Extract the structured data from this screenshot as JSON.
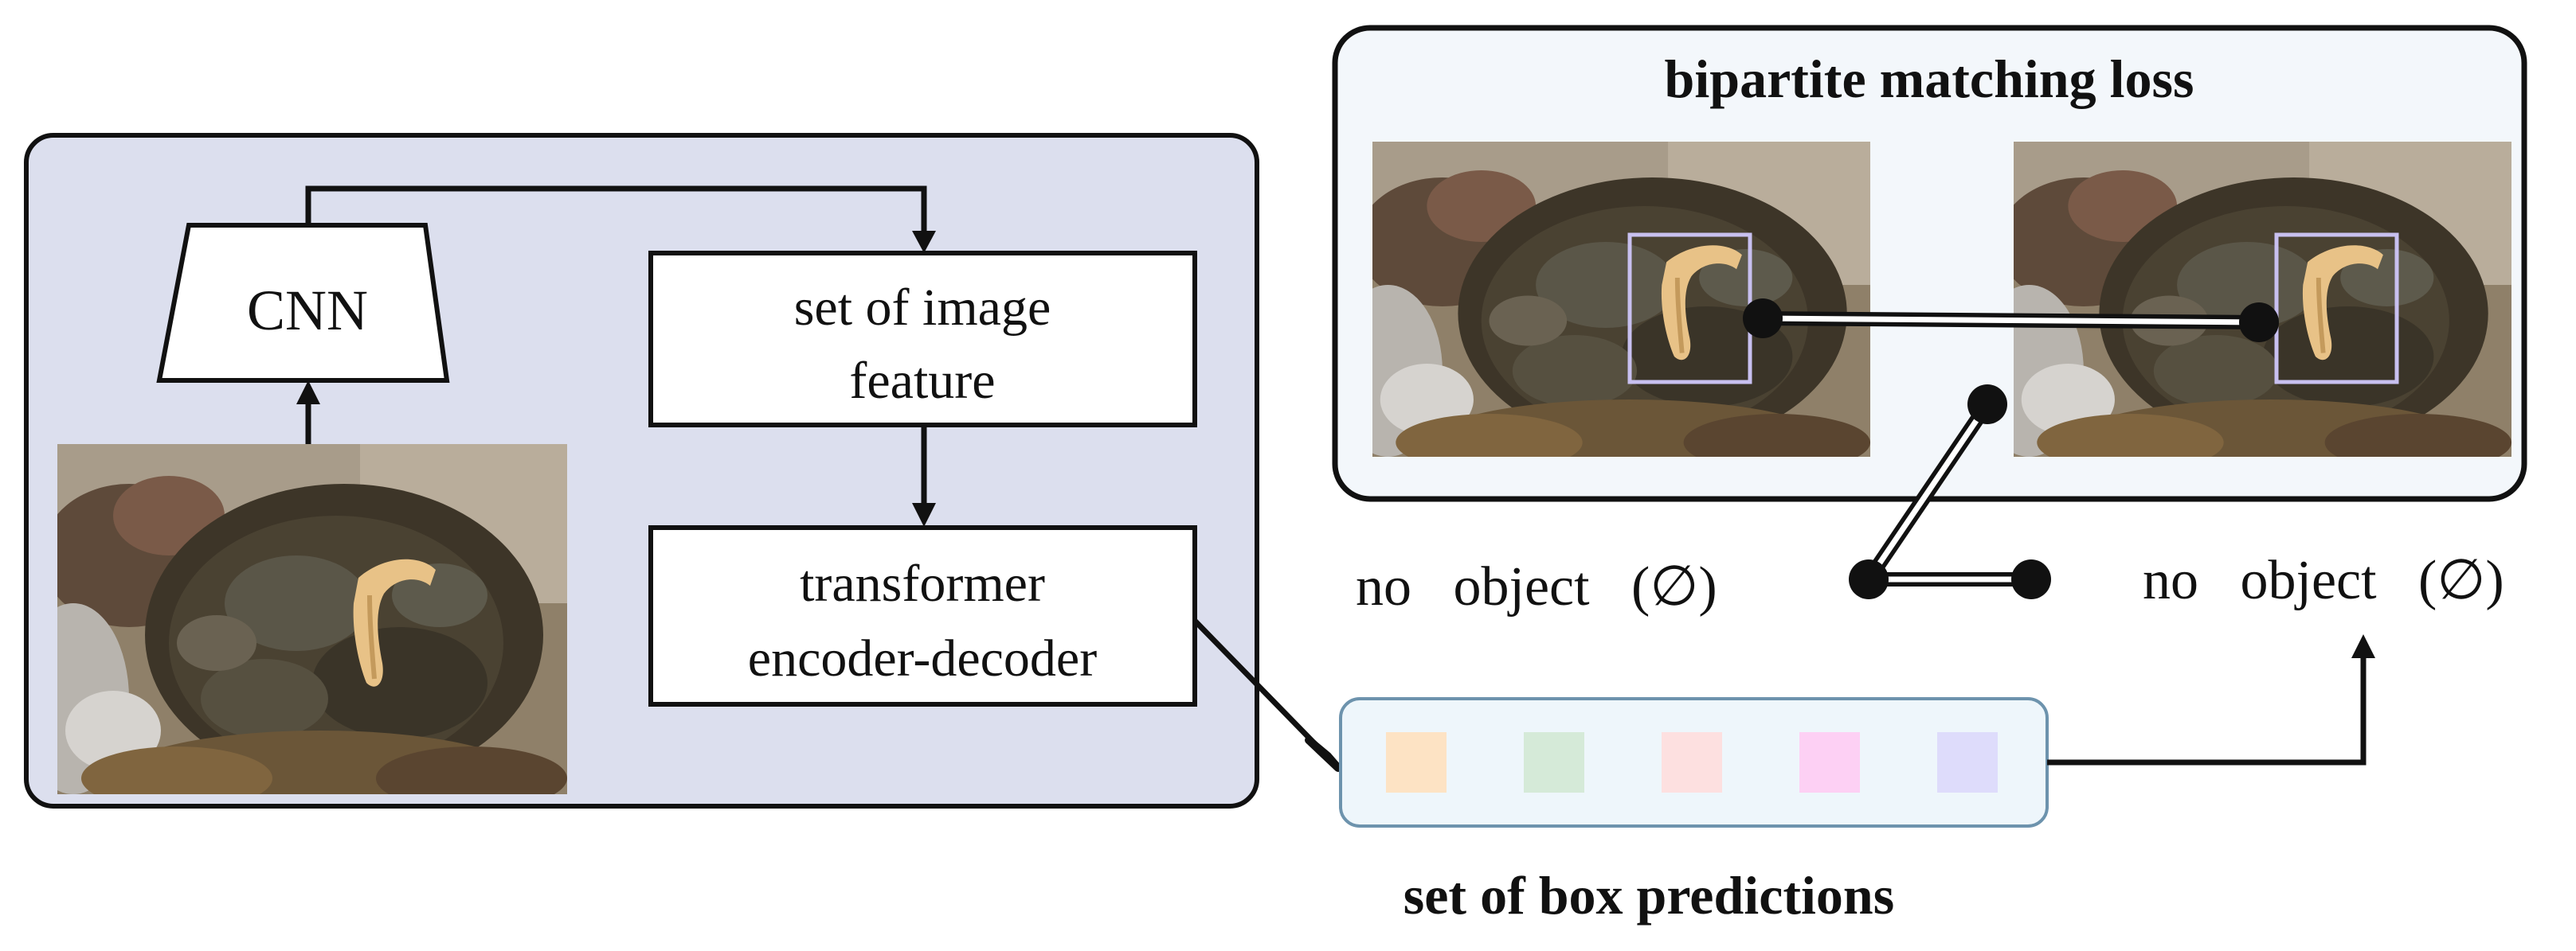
{
  "pipeline": {
    "cnn_label": "CNN",
    "feature_label_line1": "set of image",
    "feature_label_line2": "feature",
    "transformer_label_line1": "transformer",
    "transformer_label_line2": "encoder-decoder"
  },
  "matching": {
    "title": "bipartite matching loss",
    "no_object_left": "no   object   (∅)",
    "no_object_right": "no   object   (∅)"
  },
  "predictions": {
    "caption": "set of box predictions",
    "slot_colors": [
      "#fde3c4",
      "#d5ead8",
      "#fde0e0",
      "#fdd0f4",
      "#dedcfb"
    ]
  },
  "colors": {
    "pipeline_panel": "#dcdfee",
    "matching_panel": "#f3f7fb",
    "predictions_panel": "#eef6fb",
    "predictions_border": "#6d93ad",
    "match_box_outline": "#c8c0f0"
  }
}
